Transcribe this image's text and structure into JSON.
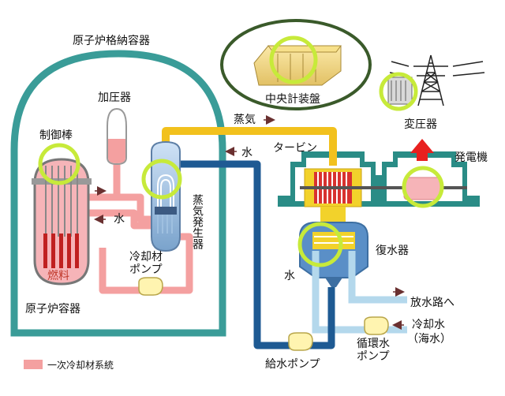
{
  "labels": {
    "containment": "原子炉格納容器",
    "pressurizer": "加圧器",
    "control_rods": "制御棒",
    "fuel": "燃料",
    "reactor_vessel": "原子炉容器",
    "coolant_pump_line1": "冷却材",
    "coolant_pump_line2": "ポンプ",
    "steam_generator": "蒸気発生器",
    "steam": "蒸気",
    "water_upper": "水",
    "water_primary": "水",
    "water_condenser": "水",
    "central_control_panel": "中央計装盤",
    "transformer": "変圧器",
    "generator": "発電機",
    "turbine": "タービン",
    "condenser": "復水器",
    "discharge": "放水路へ",
    "cooling_water_line1": "冷却水",
    "cooling_water_line2": "（海水）",
    "circ_pump_line1": "循環水",
    "circ_pump_line2": "ポンプ",
    "feed_pump": "給水ポンプ"
  },
  "legend": {
    "primary_coolant": "一次冷却材系統"
  },
  "colors": {
    "primary_coolant": "#f4a0a0",
    "steam_line": "#f2c11d",
    "feed_water_line": "#1e5a93",
    "cooling_water_line": "#b4d8ec",
    "containment_wall": "#3a9c98",
    "highlight_ring": "#c7ea3a",
    "control_panel_ring": "#3a5a2a",
    "turbine_building": "#2a8c86"
  }
}
